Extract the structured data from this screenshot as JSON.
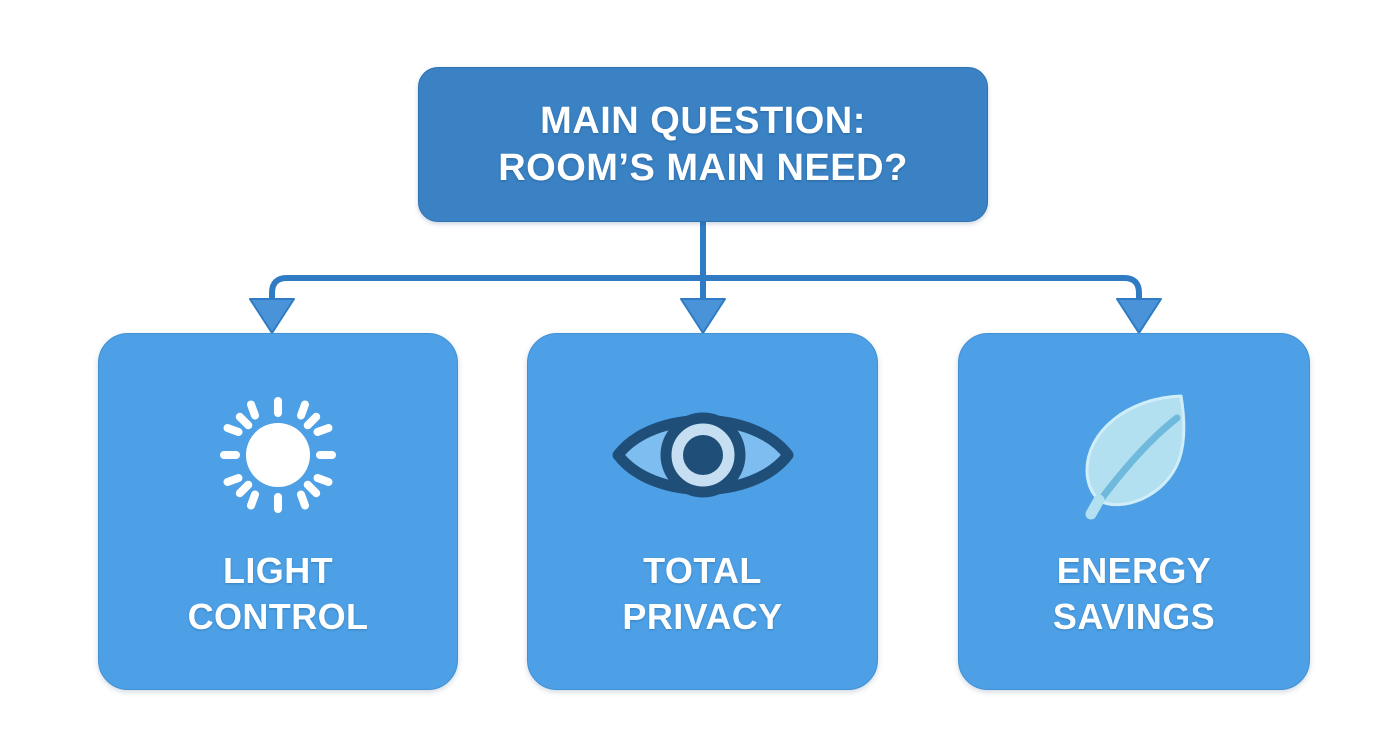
{
  "diagram": {
    "title_line1": "MAIN QUESTION:",
    "title_line2": "ROOM’S MAIN NEED?",
    "root": {
      "line1": "MAIN QUESTION:",
      "line2": "ROOM’S MAIN NEED?",
      "fill": "#3a82c4",
      "text_color": "#ffffff"
    },
    "connector": {
      "color": "#2f7cc4",
      "stroke_width": 6,
      "style": "orthogonal-bus-with-arrowheads",
      "branch_count": 3
    },
    "background": "#ffffff",
    "card_fill": "#4da0e5",
    "options": [
      {
        "id": "light-control",
        "icon": "sun-icon",
        "icon_color": "#ffffff",
        "label_line1": "LIGHT",
        "label_line2": "CONTROL"
      },
      {
        "id": "total-privacy",
        "icon": "eye-icon",
        "icon_color": "#1f4e79",
        "icon_accent": "#c5def2",
        "label_line1": "TOTAL",
        "label_line2": "PRIVACY"
      },
      {
        "id": "energy-savings",
        "icon": "leaf-icon",
        "icon_color": "#b3e0f0",
        "label_line1": "ENERGY",
        "label_line2": "SAVINGS"
      }
    ]
  }
}
